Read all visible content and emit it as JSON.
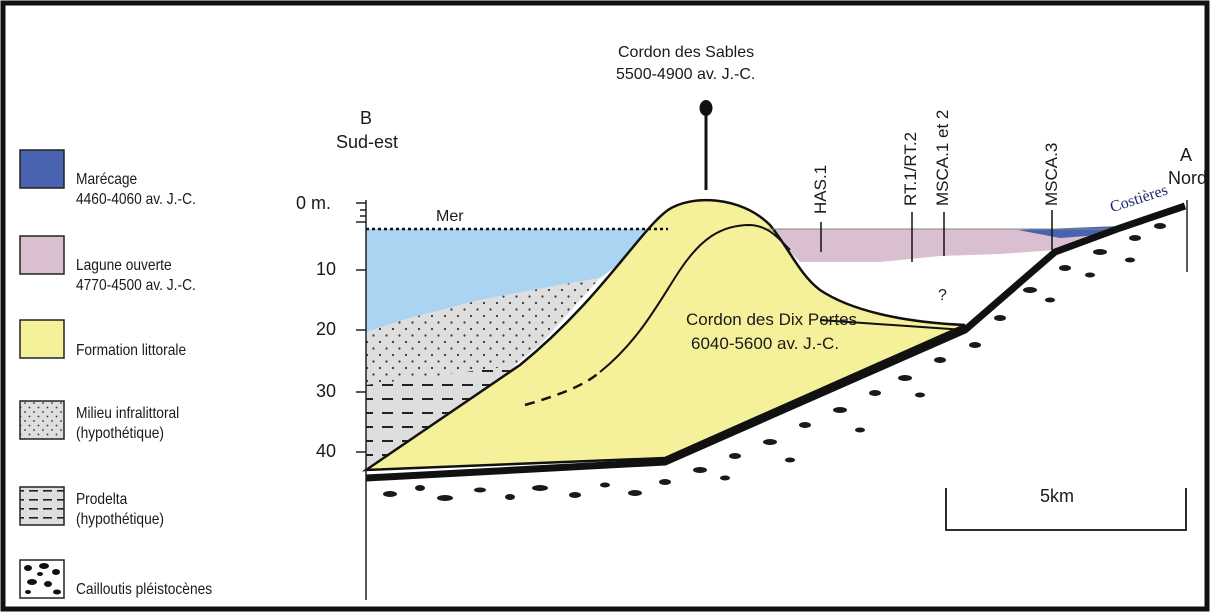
{
  "legend": {
    "items": [
      {
        "line1": "Marécage",
        "line2": "4460-4060 av. J.-C.",
        "color": "#4a63b0",
        "pattern": "solid"
      },
      {
        "line1": "Lagune ouverte",
        "line2": "4770-4500 av. J.-C.",
        "color": "#d9bfcf",
        "pattern": "solid"
      },
      {
        "line1": "Formation littorale",
        "line2": "",
        "color": "#f5f09a",
        "pattern": "solid"
      },
      {
        "line1": "Milieu infralittoral",
        "line2": "(hypothétique)",
        "color": "#dedede",
        "pattern": "dots"
      },
      {
        "line1": "Prodelta",
        "line2": "(hypothétique)",
        "color": "#dedede",
        "pattern": "dashes"
      },
      {
        "line1": "Cailloutis pléistocènes",
        "line2": "",
        "color": "#ffffff",
        "pattern": "pebbles"
      }
    ]
  },
  "section": {
    "left_end": {
      "letter": "B",
      "direction": "Sud-est"
    },
    "right_end": {
      "letter": "A",
      "direction": "Nord"
    },
    "depth_axis": {
      "ticks": [
        "0 m.",
        "10",
        "20",
        "30",
        "40"
      ]
    },
    "sea_label": "Mer",
    "cordon_sables": {
      "name": "Cordon des Sables",
      "dates": "5500-4900 av. J.-C."
    },
    "cordon_dix_portes": {
      "name": "Cordon des Dix Portes",
      "dates": "6040-5600 av. J.-C."
    },
    "question_mark": "?",
    "costieres": "Costières",
    "boreholes": [
      "HAS.1",
      "RT.1/RT.2",
      "MSCA.1 et 2",
      "MSCA.3"
    ],
    "scale_bar": "5km"
  },
  "colors": {
    "sea": "#abd3f2",
    "lagoon": "#d9bfcf",
    "marsh": "#4a63b0",
    "littoral": "#f5f09a",
    "infralittoral": "#dedede",
    "bedrock": "#111111"
  }
}
